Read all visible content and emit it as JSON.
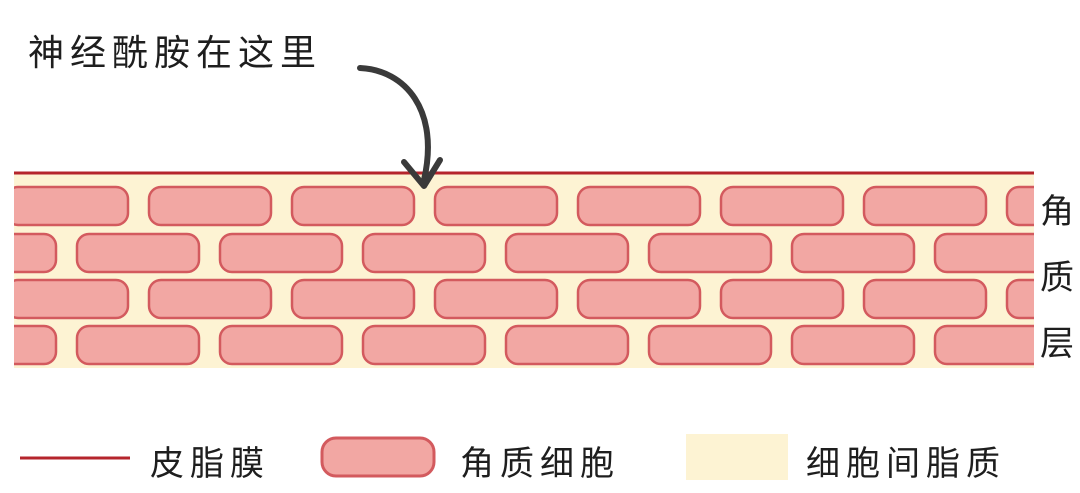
{
  "annotation": "神经酰胺在这里",
  "side_label": [
    "角",
    "质",
    "层"
  ],
  "legend": {
    "membrane": "皮脂膜",
    "cell": "角质细胞",
    "matrix": "细胞间脂质"
  },
  "colors": {
    "membrane": "#b5252c",
    "cell_fill": "#f2a7a3",
    "cell_stroke": "#d35a5e",
    "matrix": "#fdf3d3",
    "arrow": "#3a3a3a"
  }
}
